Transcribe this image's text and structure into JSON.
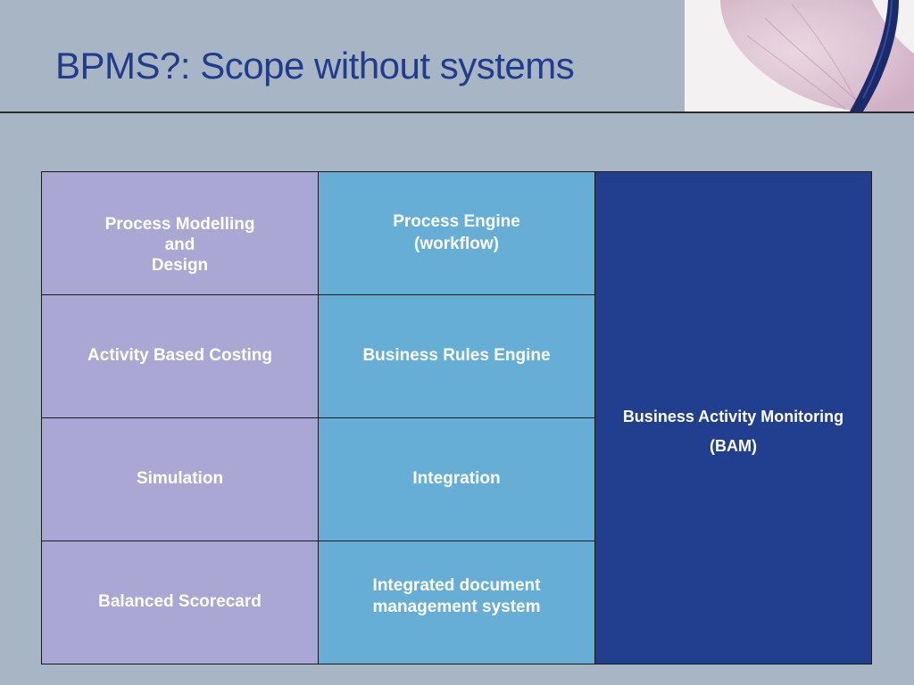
{
  "slide": {
    "title": "BPMS?: Scope without systems"
  },
  "table": {
    "left": [
      "Process Modelling\nand\nDesign",
      "Activity Based Costing",
      "Simulation",
      "Balanced Scorecard"
    ],
    "middle": [
      "Process Engine\n(workflow)",
      "Business Rules Engine",
      "Integration",
      "Integrated document\nmanagement system"
    ],
    "right": "Business Activity Monitoring\n(BAM)"
  },
  "colors": {
    "background": "#a8b5c4",
    "title": "#223c8c",
    "left_cells": "#aaa7d4",
    "middle_cells": "#67aed6",
    "right_cell": "#223e8e"
  }
}
